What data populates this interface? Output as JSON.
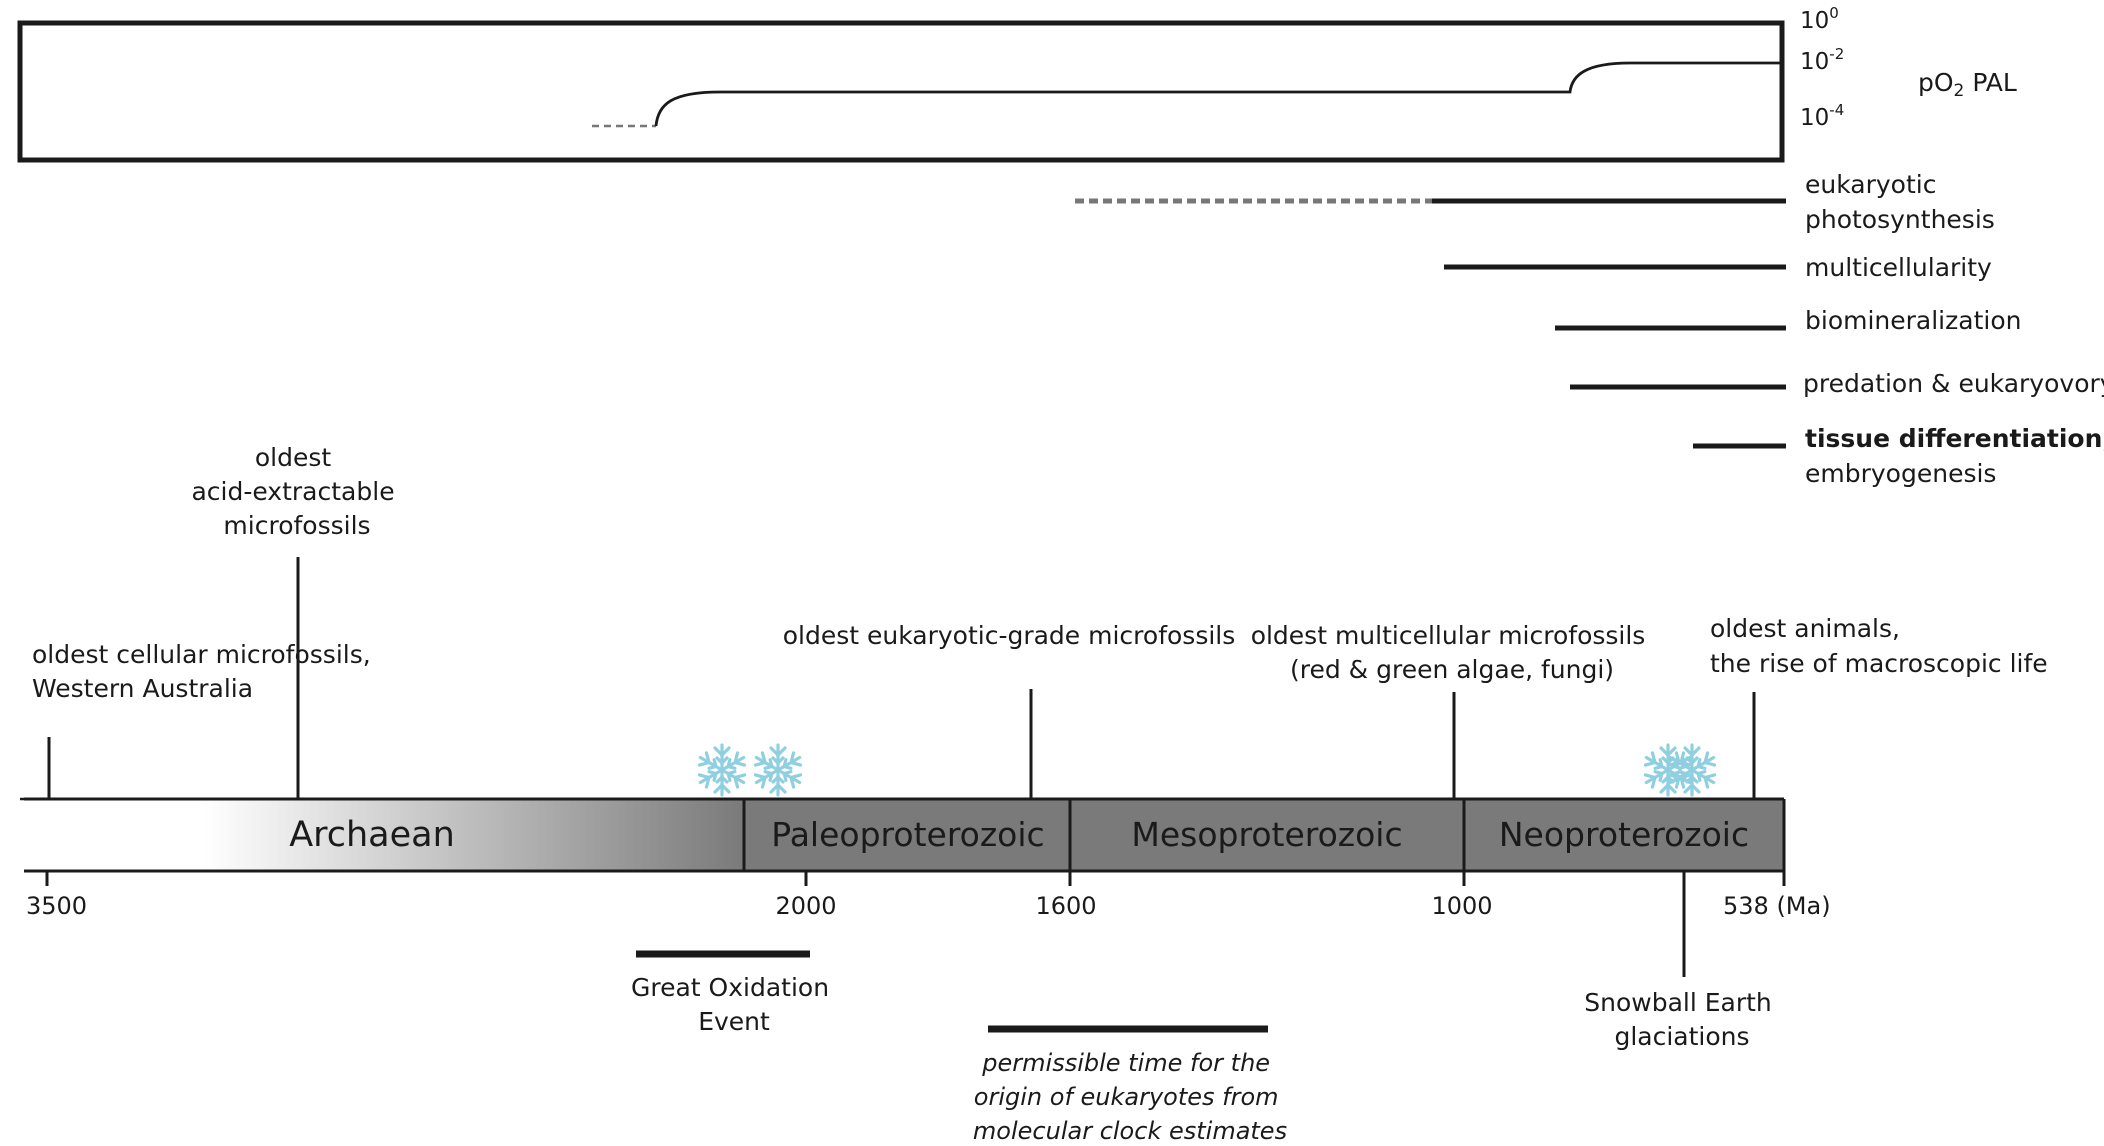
{
  "oxygen": {
    "ticks": [
      {
        "base": "10",
        "exp": "0"
      },
      {
        "base": "10",
        "exp": "-2"
      },
      {
        "base": "10",
        "exp": "-4"
      }
    ],
    "label_pre": "pO",
    "label_sub": "2",
    "label_post": " PAL"
  },
  "innovations": [
    {
      "lines": [
        "eukaryotic",
        "photosynthesis"
      ]
    },
    {
      "lines": [
        "multicellularity"
      ]
    },
    {
      "lines": [
        "biomineralization"
      ]
    },
    {
      "lines": [
        "predation & eukaryovory"
      ]
    },
    {
      "lines": [
        "tissue differentiation,",
        "embryogenesis"
      ]
    }
  ],
  "events_above": [
    {
      "lines": [
        "oldest cellular microfossils,",
        "Western Australia"
      ]
    },
    {
      "lines": [
        "oldest",
        "acid-extractable",
        "microfossils"
      ]
    },
    {
      "lines": [
        "oldest eukaryotic-grade microfossils"
      ]
    },
    {
      "lines": [
        "oldest multicellular microfossils",
        "(red & green algae, fungi)"
      ]
    },
    {
      "lines": [
        "oldest animals,",
        "the rise of macroscopic life"
      ]
    }
  ],
  "eras": [
    "Archaean",
    "Paleoproterozoic",
    "Mesoproterozoic",
    "Neoproterozoic"
  ],
  "axis_ticks": [
    "3500",
    "2000",
    "1600",
    "1000",
    "538 (Ma)"
  ],
  "events_below": [
    {
      "lines": [
        "Great Oxidation",
        "Event"
      ]
    },
    {
      "lines": [
        "permissible time for the",
        "origin of eukaryotes from",
        "molecular clock estimates"
      ]
    },
    {
      "lines": [
        "Snowball Earth",
        "glaciations"
      ]
    }
  ],
  "colors": {
    "era_fill": "#7a7a7a",
    "archaean_gradient_start": "#ffffff",
    "archaean_gradient_end": "#7a7a7a",
    "snowflake": "#8fcfe0",
    "line": "#1a1a1a",
    "dashed": "#777777"
  }
}
